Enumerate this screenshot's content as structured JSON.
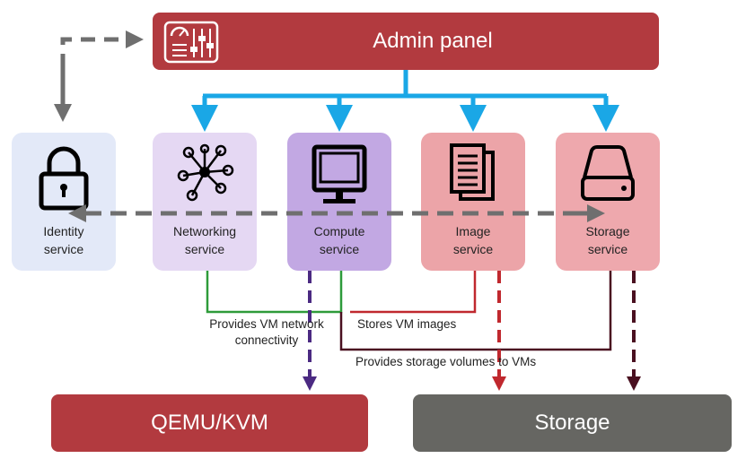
{
  "admin_panel": {
    "label": "Admin panel",
    "icon": "control-panel-icon"
  },
  "services": [
    {
      "id": "identity",
      "line1": "Identity",
      "line2": "service",
      "icon": "padlock-icon",
      "color": "#e3e9f8"
    },
    {
      "id": "networking",
      "line1": "Networking",
      "line2": "service",
      "icon": "network-nodes-icon",
      "color": "#e5d8f3"
    },
    {
      "id": "compute",
      "line1": "Compute",
      "line2": "service",
      "icon": "monitor-icon",
      "color": "#c2a8e3"
    },
    {
      "id": "image",
      "line1": "Image",
      "line2": "service",
      "icon": "documents-icon",
      "color": "#eca4a8"
    },
    {
      "id": "storage",
      "line1": "Storage",
      "line2": "service",
      "icon": "hard-drive-icon",
      "color": "#eea8ad"
    }
  ],
  "notes": {
    "network": "Provides VM network connectivity",
    "images": "Stores VM images",
    "volumes": "Provides storage volumes to VMs"
  },
  "targets": {
    "qemu": "QEMU/KVM",
    "storage": "Storage"
  },
  "colors": {
    "brand_red": "#b23a3f",
    "storage_gray": "#666662",
    "admin_arrows": "#1aa7e6",
    "dashed_gray": "#6f6f6f",
    "network_line": "#2e9b3a",
    "compute_arrow": "#4b2a82",
    "image_line": "#c0282e",
    "storage_line": "#4a1020"
  }
}
